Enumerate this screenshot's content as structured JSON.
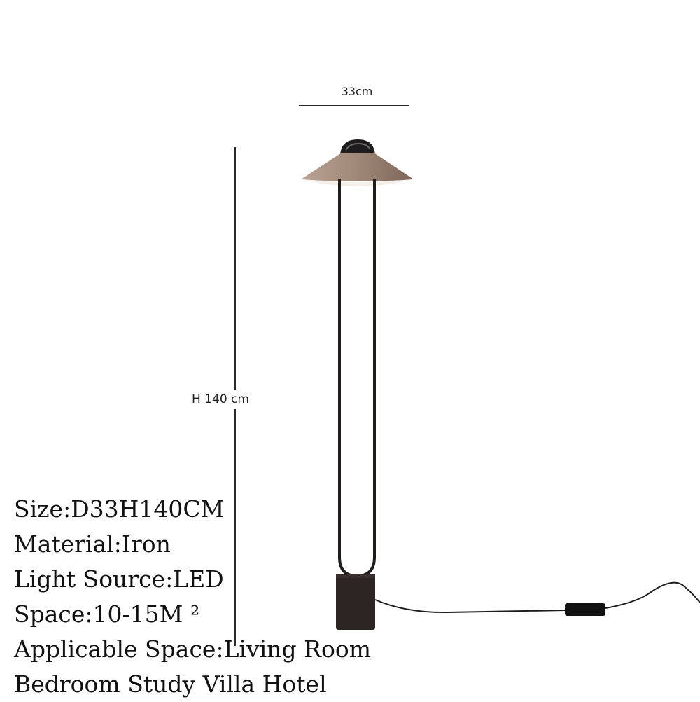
{
  "dimensions": {
    "width_label": "33cm",
    "height_label": "H 140 cm"
  },
  "specs": {
    "size": "Size:D33H140CM",
    "material": "Material:Iron",
    "light_source": "Light Source:LED",
    "space": "Space:10-15M ²",
    "applicable_line1": "Applicable Space:Living Room",
    "applicable_line2": "Bedroom Study Villa Hotel"
  },
  "colors": {
    "shade": "#a08878",
    "frame": "#1f1c1b",
    "base": "#2d2523"
  }
}
